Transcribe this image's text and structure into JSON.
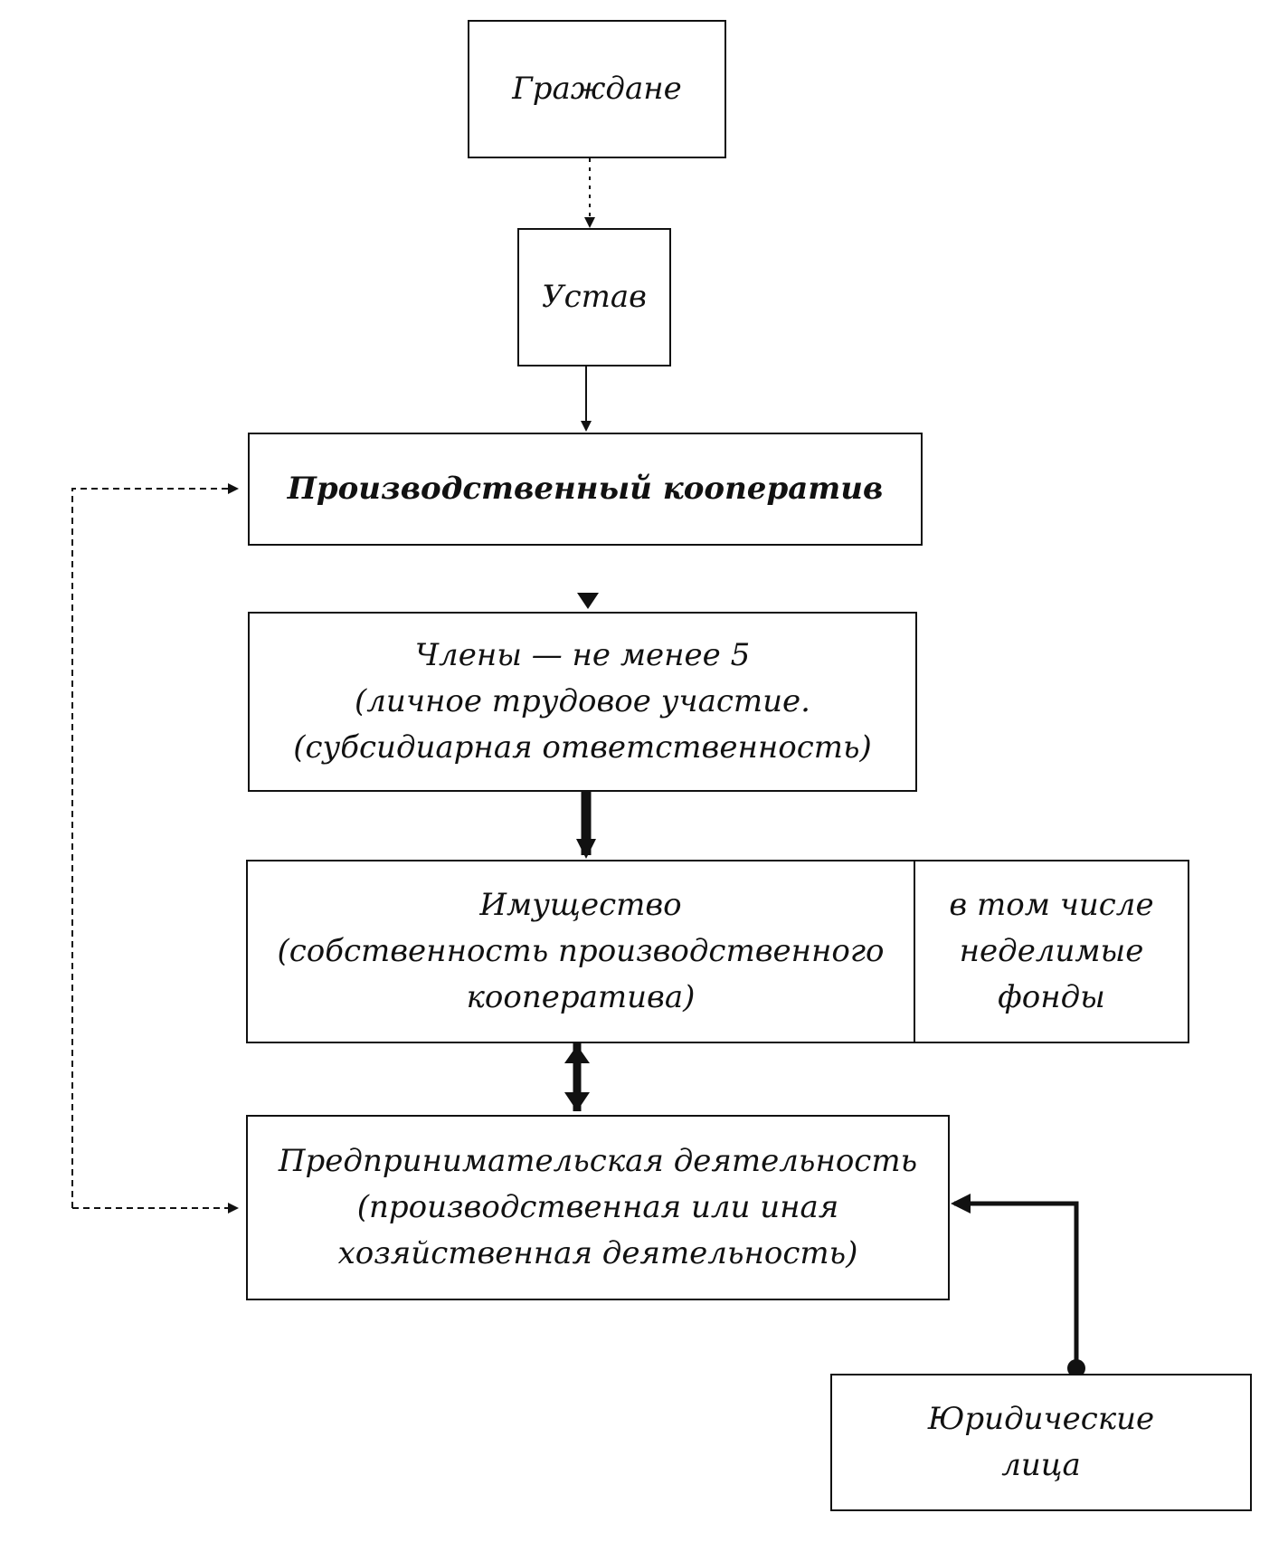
{
  "nodes": {
    "citizens": {
      "lines": [
        "Граждане"
      ]
    },
    "charter": {
      "lines": [
        "Устав"
      ]
    },
    "cooperative": {
      "lines": [
        "Производственный кооператив"
      ]
    },
    "members": {
      "lines": [
        "Члены — не менее 5",
        "(личное трудовое участие.",
        "(субсидиарная ответственность)"
      ]
    },
    "property": {
      "lines": [
        "Имущество",
        "(собственность производственного",
        "кооператива)"
      ]
    },
    "indivisible": {
      "lines": [
        "в том числе",
        "неделимые",
        "фонды"
      ]
    },
    "business": {
      "lines": [
        "Предпринимательская деятельность",
        "(производственная или иная",
        "хозяйственная деятельность)"
      ]
    },
    "legal_entities": {
      "lines": [
        "Юридические",
        "лица"
      ]
    }
  }
}
